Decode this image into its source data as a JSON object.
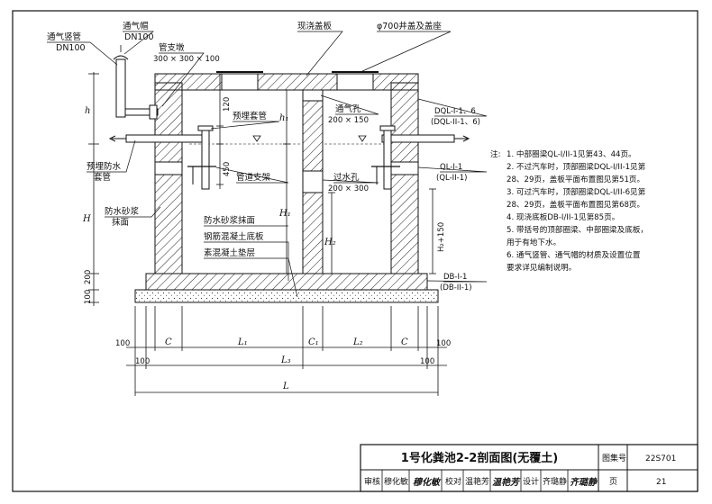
{
  "labels": {
    "vent_riser": "通气竖管",
    "vent_riser_dn": "DN100",
    "vent_cap": "通气帽",
    "vent_cap_dn": "DN100",
    "pipe_pier": "管支墩",
    "pipe_pier_size": "300 × 300 × 100",
    "cast_cover": "现浇盖板",
    "manhole": "φ700井盖及盖座",
    "vent_hole": "通气孔",
    "vent_hole_size": "200 × 150",
    "sleeve": "预埋套管",
    "pipe_support": "管道支架",
    "waterproof_sleeve_1": "预埋防水",
    "waterproof_sleeve_2": "套管",
    "waterproof_mortar_1": "防水砂浆",
    "waterproof_mortar_2": "抹面",
    "overflow_hole": "过水孔",
    "overflow_hole_size": "200 × 300",
    "plaster": "防水砂浆抹面",
    "rc_slab": "钢筋混凝土底板",
    "plain_concrete": "素混凝土垫层",
    "dql_top": "DQL-I-1、6",
    "dql_top_alt": "(DQL-II-1、6)",
    "ql": "QL-I-1",
    "ql_alt": "(QL-II-1)",
    "db": "DB-I-1",
    "db_alt": "(DB-II-1)"
  },
  "dims": {
    "h": "h",
    "H": "H",
    "h1": "h₁",
    "H1": "H₁",
    "H2": "H₂",
    "H2_150": "H₂+150",
    "d120": "120",
    "d450": "450",
    "d200": "200",
    "d100": "100",
    "C": "C",
    "C1": "C₁",
    "L1": "L₁",
    "L2": "L₂",
    "L3": "L₃",
    "L": "L"
  },
  "notes": {
    "heading": "注:",
    "items": [
      "1. 中部圈梁QL-I/II-1见第43、44页。",
      "2. 不过汽车时，顶部圈梁DQL-I/II-1见第",
      "    28、29页，盖板平面布置图见第51页。",
      "3. 可过汽车时，顶部圈梁DQL-I/II-6见第",
      "    28、29页，盖板平面布置图见第68页。",
      "4. 现浇底板DB-I/II-1见第85页。",
      "5. 带括号的顶部圈梁、中部圈梁及底板，",
      "    用于有地下水。",
      "6. 通气竖管、通气帽的材质及设置位置",
      "    要求详见编制说明。"
    ]
  },
  "title_block": {
    "title": "1号化粪池2-2剖面图(无覆土)",
    "atlas_label": "图集号",
    "atlas_no": "22S701",
    "review": "审核",
    "review_name": "穆化敏",
    "review_sign": "穆化敏",
    "check": "校对",
    "check_name": "温艳芳",
    "check_sign": "温艳芳",
    "design": "设计",
    "design_name": "齐璐静",
    "design_sign": "齐璐静",
    "page_label": "页",
    "page_no": "21"
  }
}
